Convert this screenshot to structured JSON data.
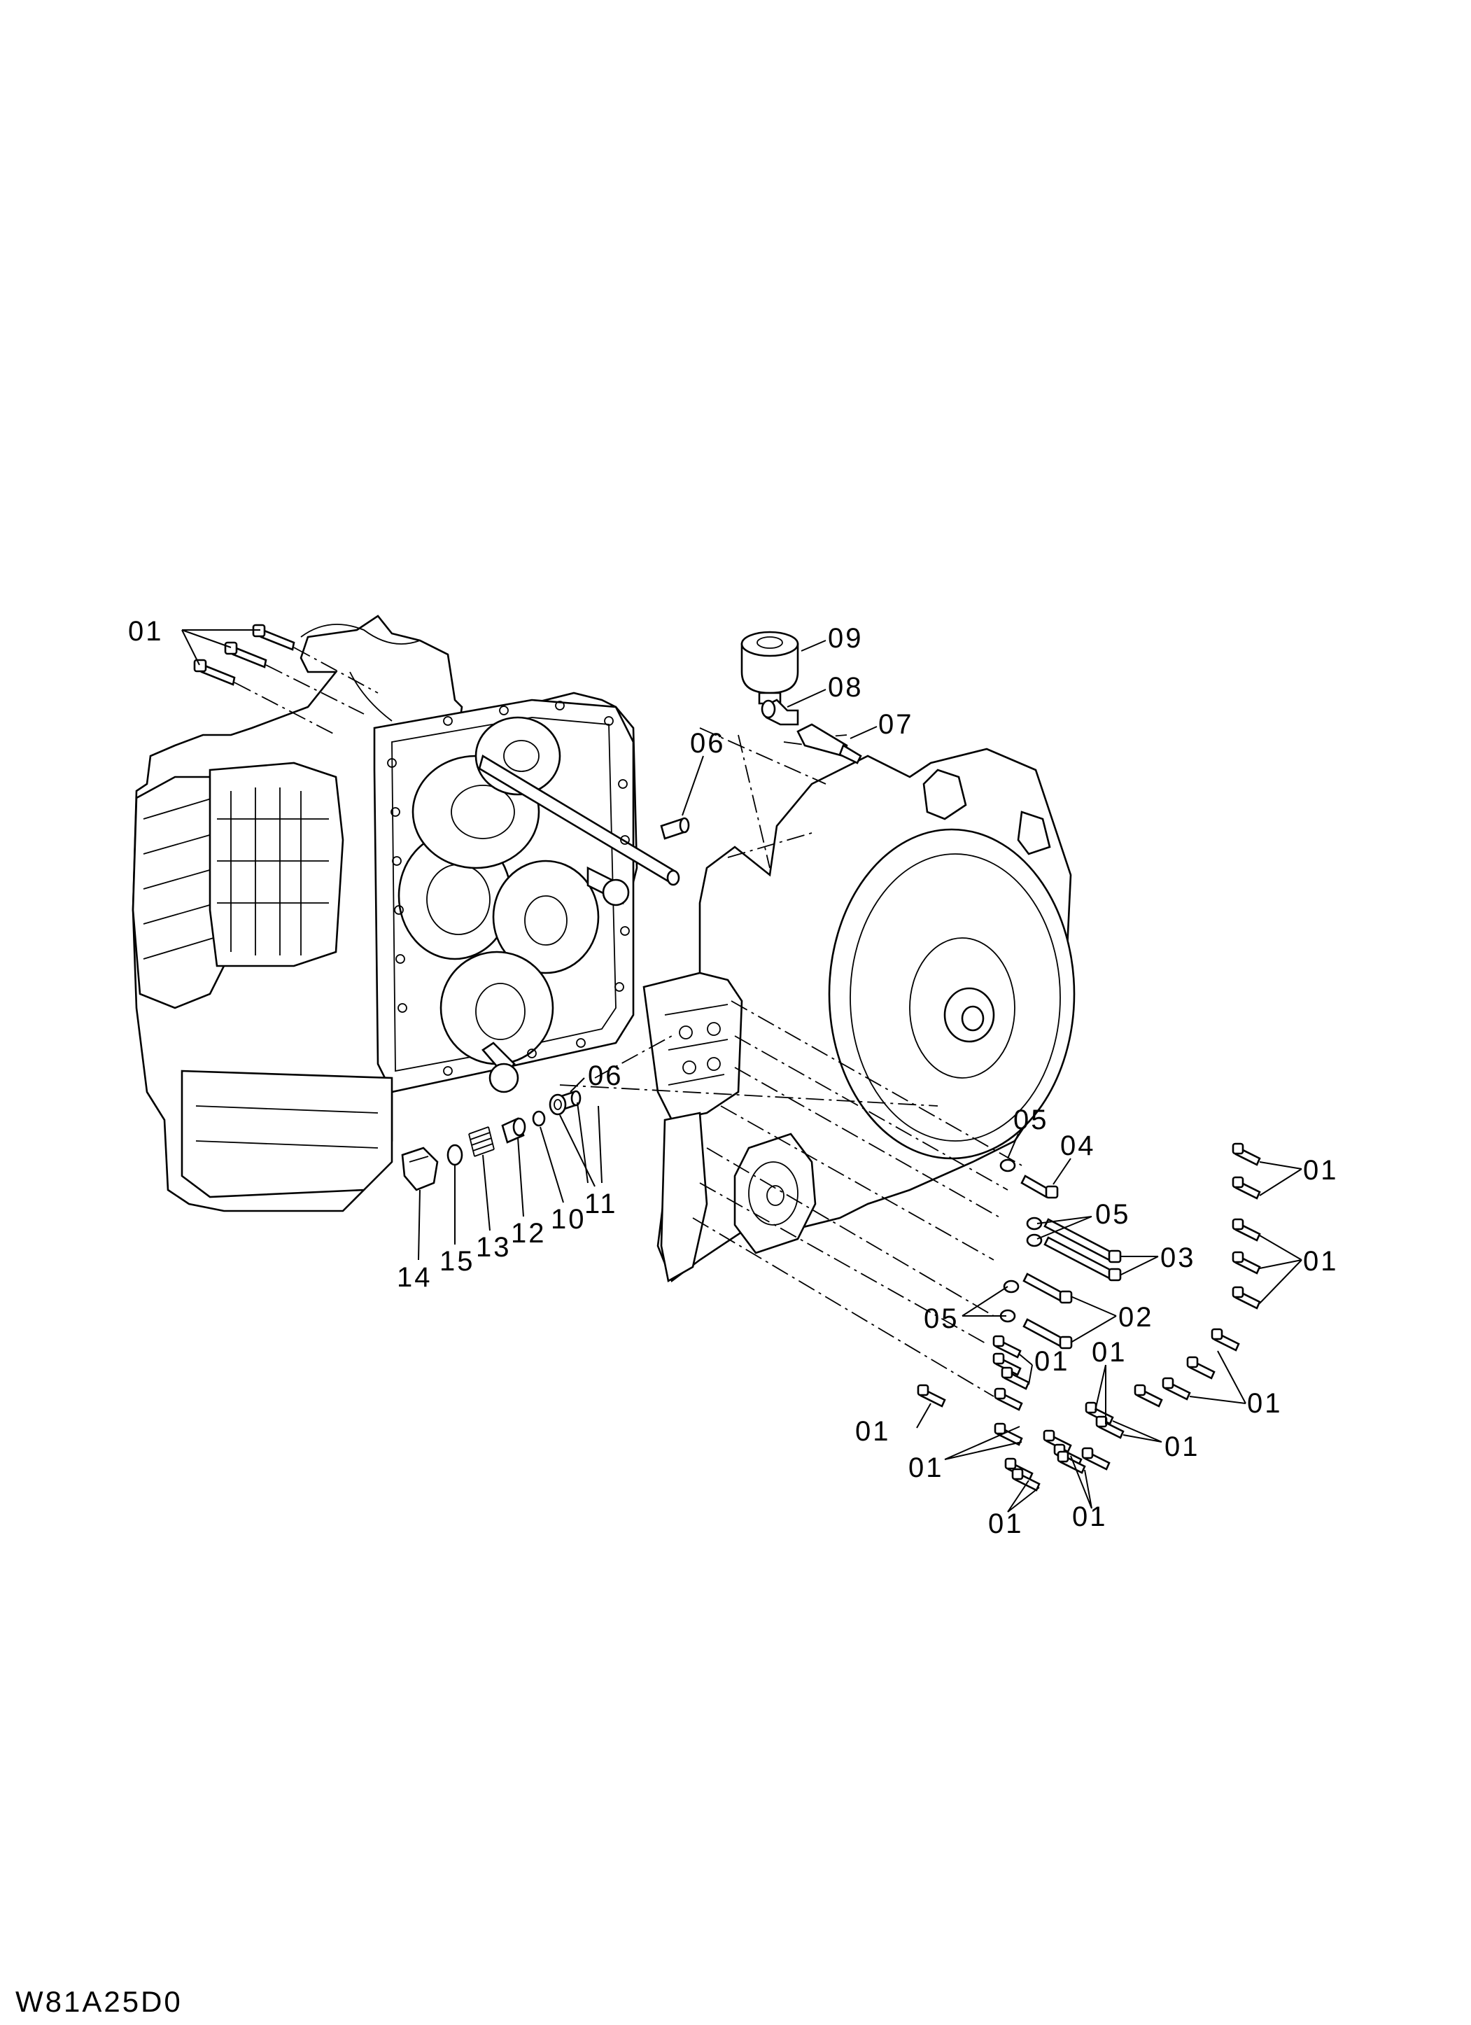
{
  "drawing_code": "W81A25D0",
  "callouts": {
    "c01_top_left": "01",
    "c09": "09",
    "c08": "08",
    "c07": "07",
    "c06_upper": "06",
    "c06_lower": "06",
    "c05_a": "05",
    "c04": "04",
    "c05_b": "05",
    "c03": "03",
    "c05_c": "05",
    "c02": "02",
    "c01_r1": "01",
    "c01_r2": "01",
    "c01_r3": "01",
    "c01_r4": "01",
    "c01_r5": "01",
    "c01_b1": "01",
    "c01_b2": "01",
    "c01_b3": "01",
    "c01_b4": "01",
    "c14": "14",
    "c15": "15",
    "c13": "13",
    "c12": "12",
    "c10": "10",
    "c11": "11"
  }
}
